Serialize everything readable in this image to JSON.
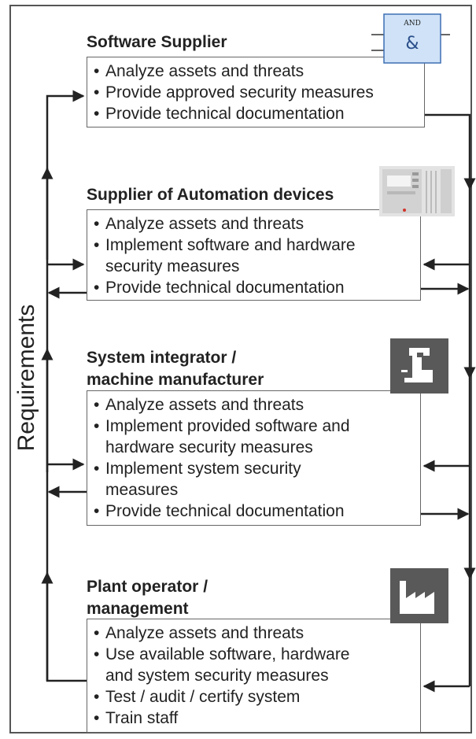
{
  "axis_label": "Requirements",
  "roles": [
    {
      "title_lines": [
        "Software Supplier"
      ],
      "bullets": [
        [
          "Analyze assets and threats"
        ],
        [
          "Provide approved security measures"
        ],
        [
          "Provide technical documentation"
        ]
      ],
      "icon": "and-gate-icon"
    },
    {
      "title_lines": [
        "Supplier of Automation devices"
      ],
      "bullets": [
        [
          "Analyze assets and threats"
        ],
        [
          "Implement software and hardware",
          "security measures"
        ],
        [
          "Provide technical documentation"
        ]
      ],
      "icon": "automation-device-icon"
    },
    {
      "title_lines": [
        "System integrator /",
        "machine manufacturer"
      ],
      "bullets": [
        [
          "Analyze assets and threats"
        ],
        [
          "Implement provided software and",
          "hardware security measures"
        ],
        [
          "Implement system security",
          "measures"
        ],
        [
          "Provide technical documentation"
        ]
      ],
      "icon": "machine-tool-icon"
    },
    {
      "title_lines": [
        "Plant operator /",
        "management"
      ],
      "bullets": [
        [
          "Analyze assets and threats"
        ],
        [
          "Use available software, hardware",
          "and system security measures"
        ],
        [
          "Test / audit / certify system"
        ],
        [
          "Train staff"
        ]
      ],
      "icon": "factory-icon"
    }
  ],
  "and_gate": {
    "label": "AND",
    "symbol": "&"
  },
  "colors": {
    "line": "#222222",
    "box_border": "#666666",
    "icon_dark": "#595959",
    "gate_fill": "#cfe2f7",
    "gate_border": "#3d6fb4"
  }
}
